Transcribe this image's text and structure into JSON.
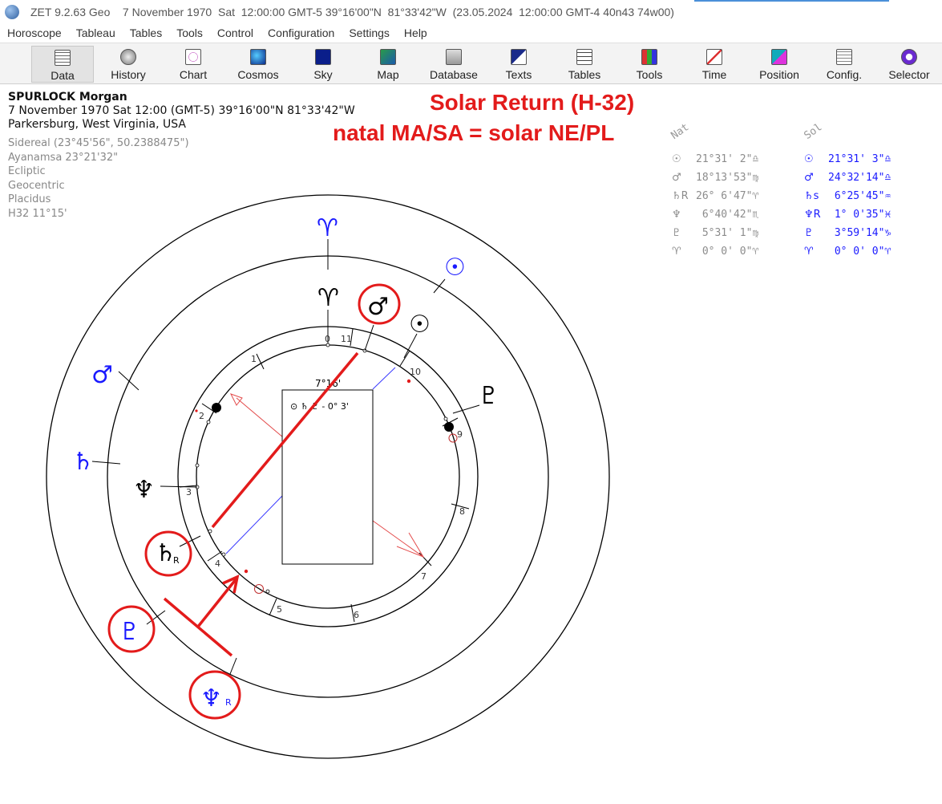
{
  "window": {
    "title": "ZET 9.2.63 Geo    7 November 1970  Sat  12:00:00 GMT-5 39°16'00\"N  81°33'42\"W  (23.05.2024  12:00:00 GMT-4 40n43 74w00)"
  },
  "menu": [
    "Horoscope",
    "Tableau",
    "Tables",
    "Tools",
    "Control",
    "Configuration",
    "Settings",
    "Help"
  ],
  "toolbar": {
    "buttons": [
      {
        "label": "Data",
        "icon": "data-icon",
        "active": true
      },
      {
        "label": "History",
        "icon": "history-icon"
      },
      {
        "label": "Chart",
        "icon": "chart-icon"
      },
      {
        "label": "Cosmos",
        "icon": "cosmos-icon"
      },
      {
        "label": "Sky",
        "icon": "sky-icon"
      },
      {
        "label": "Map",
        "icon": "map-icon"
      },
      {
        "label": "Database",
        "icon": "database-icon"
      },
      {
        "label": "Texts",
        "icon": "texts-icon"
      },
      {
        "label": "Tables",
        "icon": "tables-icon"
      },
      {
        "label": "Tools",
        "icon": "tools-icon"
      },
      {
        "label": "Time",
        "icon": "time-icon"
      },
      {
        "label": "Position",
        "icon": "position-icon"
      },
      {
        "label": "Config.",
        "icon": "config-icon"
      },
      {
        "label": "Selector",
        "icon": "selector-icon"
      }
    ]
  },
  "info": {
    "name": "SPURLOCK Morgan",
    "date_line": "7 November 1970  Sat  12:00 (GMT-5) 39°16'00\"N  81°33'42\"W",
    "place": "Parkersburg, West Virginia, USA",
    "settings": [
      "Sidereal (23°45'56\", 50.2388475\")",
      "Ayanamsa 23°21'32\"",
      "Ecliptic",
      "Geocentric",
      "Placidus",
      "H32  11°15'"
    ]
  },
  "annotation": {
    "line1": "Solar Return (H-32)",
    "line2": "natal MA/SA = solar NE/PL"
  },
  "positions": {
    "nat_header": "Nat",
    "sol_header": "Sol",
    "nat": [
      {
        "glyph": "☉",
        "value": "21°31' 2\"♎"
      },
      {
        "glyph": "♂",
        "value": "18°13'53\"♍"
      },
      {
        "glyph": "♄R",
        "value": "26° 6'47\"♈"
      },
      {
        "glyph": "♆",
        "value": " 6°40'42\"♏"
      },
      {
        "glyph": "♇",
        "value": " 5°31' 1\"♍"
      },
      {
        "glyph": "♈",
        "value": " 0° 0' 0\"♈"
      }
    ],
    "sol": [
      {
        "glyph": "☉",
        "value": "21°31' 3\"♎"
      },
      {
        "glyph": "♂",
        "value": "24°32'14\"♎"
      },
      {
        "glyph": "♄s",
        "value": " 6°25'45\"♒"
      },
      {
        "glyph": "♆R",
        "value": " 1° 0'35\"♓"
      },
      {
        "glyph": "♇",
        "value": " 3°59'14\"♑"
      },
      {
        "glyph": "♈",
        "value": " 0° 0' 0\"♈"
      }
    ]
  },
  "chart_glyphs": {
    "outer": {
      "aries": "♈",
      "sun": "☉",
      "mars": "♂",
      "saturn": "♄",
      "pluto": "♇",
      "neptune": "♆",
      "neptune_r": "R"
    },
    "inner": {
      "aries": "♈",
      "mars": "♂",
      "sun": "☉",
      "pluto": "♇",
      "neptune": "♆",
      "saturn": "♄",
      "saturn_r": "R"
    },
    "box_label": "7°16'",
    "box_formula": "⊙ ♄ ♇ - 0° 3'",
    "houses": [
      "0",
      "1",
      "2",
      "3",
      "4",
      "5",
      "6",
      "7",
      "8",
      "9",
      "10",
      "11"
    ]
  },
  "colors": {
    "annotation": "#e31b1b",
    "solar": "#1a1aff",
    "natal": "#000000",
    "gray": "#8c8c8c"
  }
}
